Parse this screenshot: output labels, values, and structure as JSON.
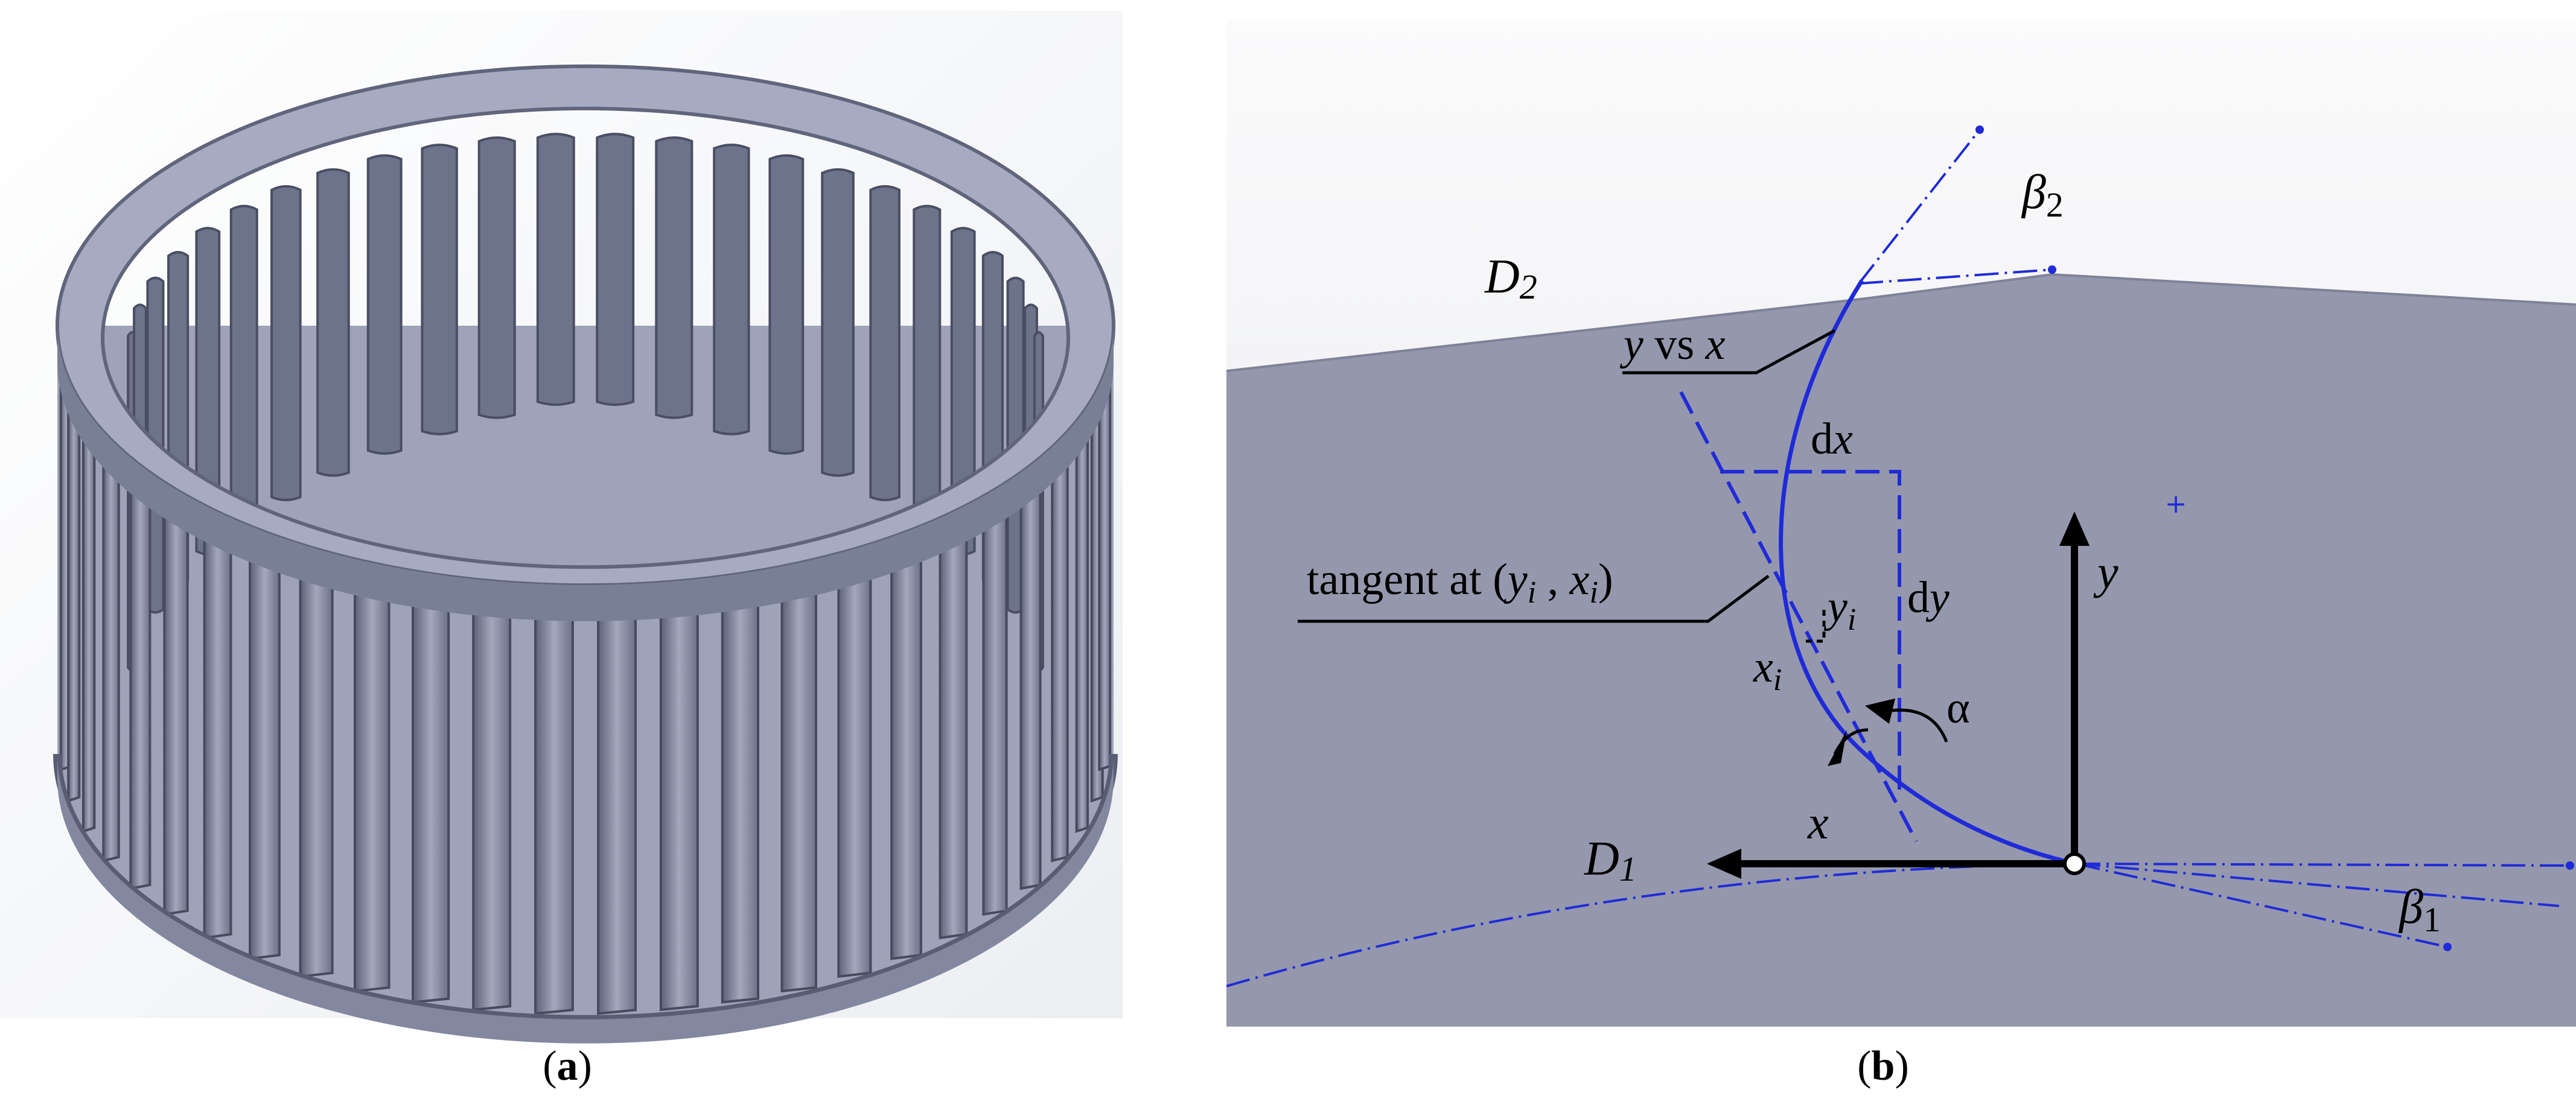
{
  "panels": {
    "a": {
      "open": "(",
      "letter": "a",
      "close": ")"
    },
    "b": {
      "open": "(",
      "letter": "b",
      "close": ")"
    }
  },
  "labels": {
    "D2": {
      "main": "D",
      "sub": "2"
    },
    "D1": {
      "main": "D",
      "sub": "1"
    },
    "beta2": {
      "main": "β",
      "sub": "2"
    },
    "beta1": {
      "main": "β",
      "sub": "1"
    },
    "curve": {
      "y": "y",
      "vs": " vs ",
      "x": "x"
    },
    "dx": {
      "d": "d",
      "x": "x"
    },
    "dy": {
      "d": "d",
      "y": "y"
    },
    "tangent": {
      "prefix": "tangent at (",
      "y": "y",
      "ysub": "i",
      "sep": " , ",
      "x": "x",
      "xsub": "i",
      "suffix": ")"
    },
    "yi": {
      "main": "y",
      "sub": "i"
    },
    "xi": {
      "main": "x",
      "sub": "i"
    },
    "alpha": "α",
    "axis_x": "x",
    "axis_y": "y"
  },
  "colors": {
    "blade": "#8e94ad",
    "blade_dark": "#5b6078",
    "blade_light": "#b9bdd0",
    "panel_b_face": "#9598ad",
    "panel_b_sky": "#f4f5f7",
    "curve": "#1f2bd8",
    "axis": "#000000"
  }
}
